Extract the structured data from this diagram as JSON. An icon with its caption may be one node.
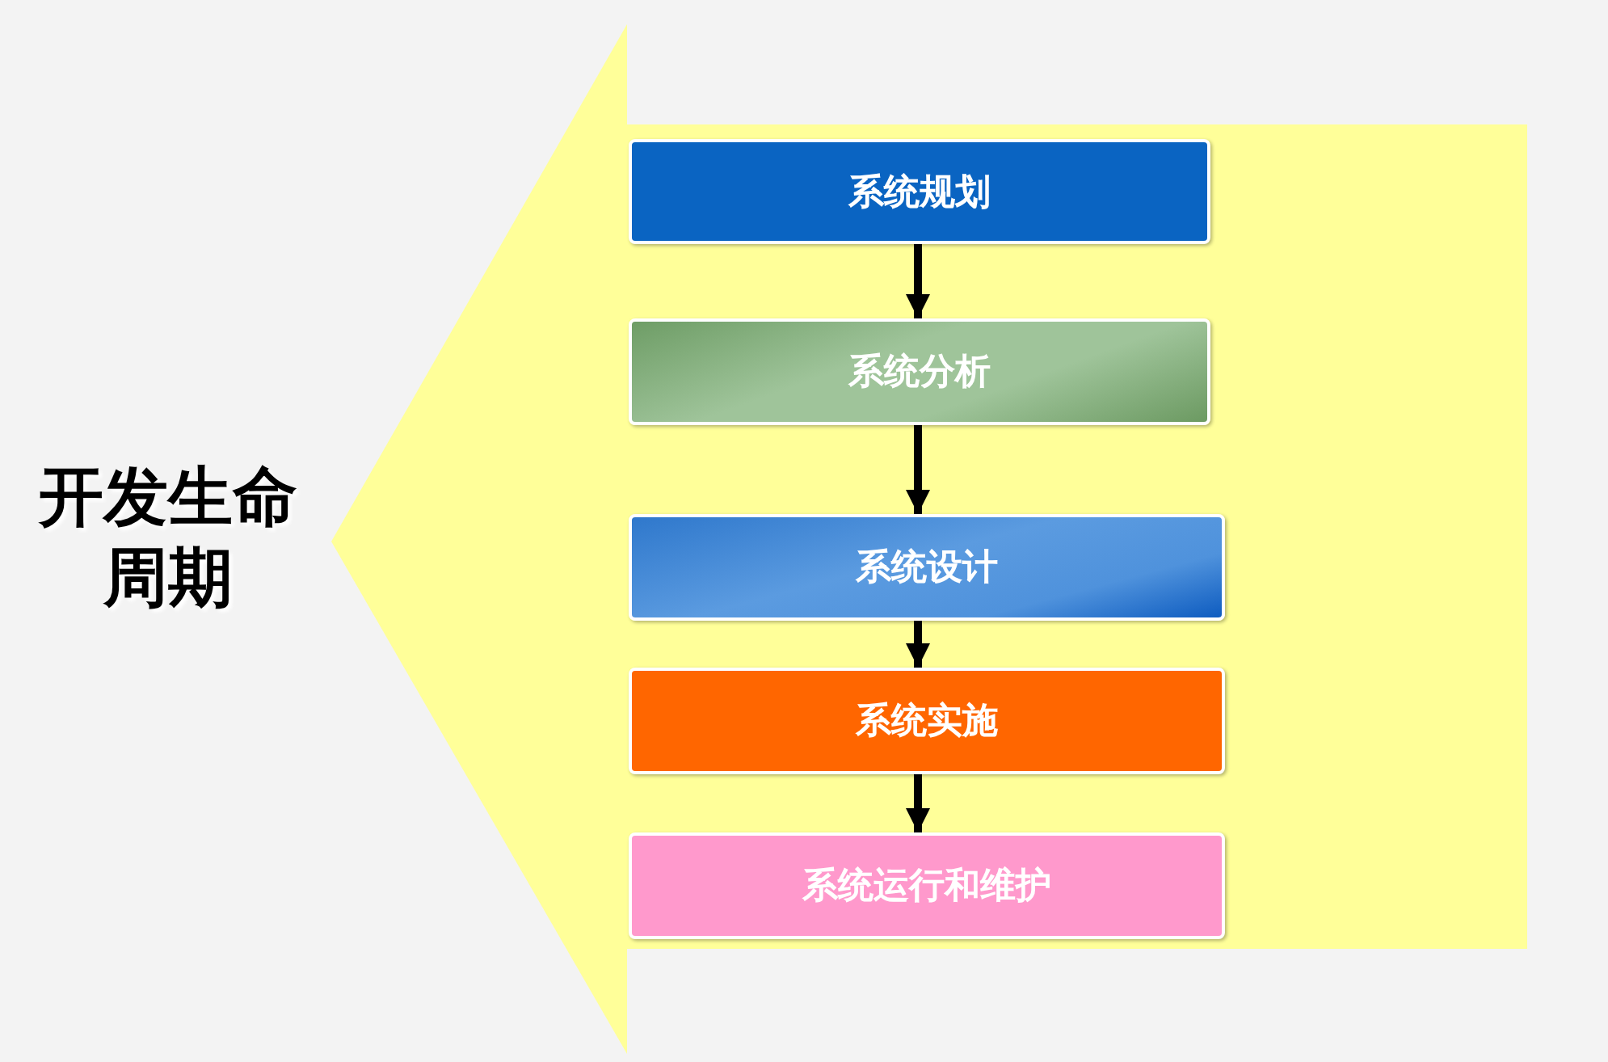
{
  "diagram": {
    "nodes": [
      {
        "text": [
          "开发生命周期"
        ]
      },
      {
        "text": [
          "系统规划"
        ],
        "in": 0
      },
      {
        "text": [
          "系统分析"
        ],
        "in": 0
      },
      {
        "text": [
          "系统设计"
        ],
        "in": 0
      },
      {
        "text": [
          "系统实施"
        ],
        "in": 0
      },
      {
        "text": [
          "系统运行和维护"
        ],
        "in": 0
      }
    ],
    "edges": [
      {
        "from": 1,
        "to": 2,
        "arrow": "to"
      },
      {
        "from": 2,
        "to": 3,
        "arrow": "to"
      },
      {
        "from": 3,
        "to": 4,
        "arrow": "to"
      },
      {
        "from": 4,
        "to": 5,
        "arrow": "to"
      }
    ]
  }
}
